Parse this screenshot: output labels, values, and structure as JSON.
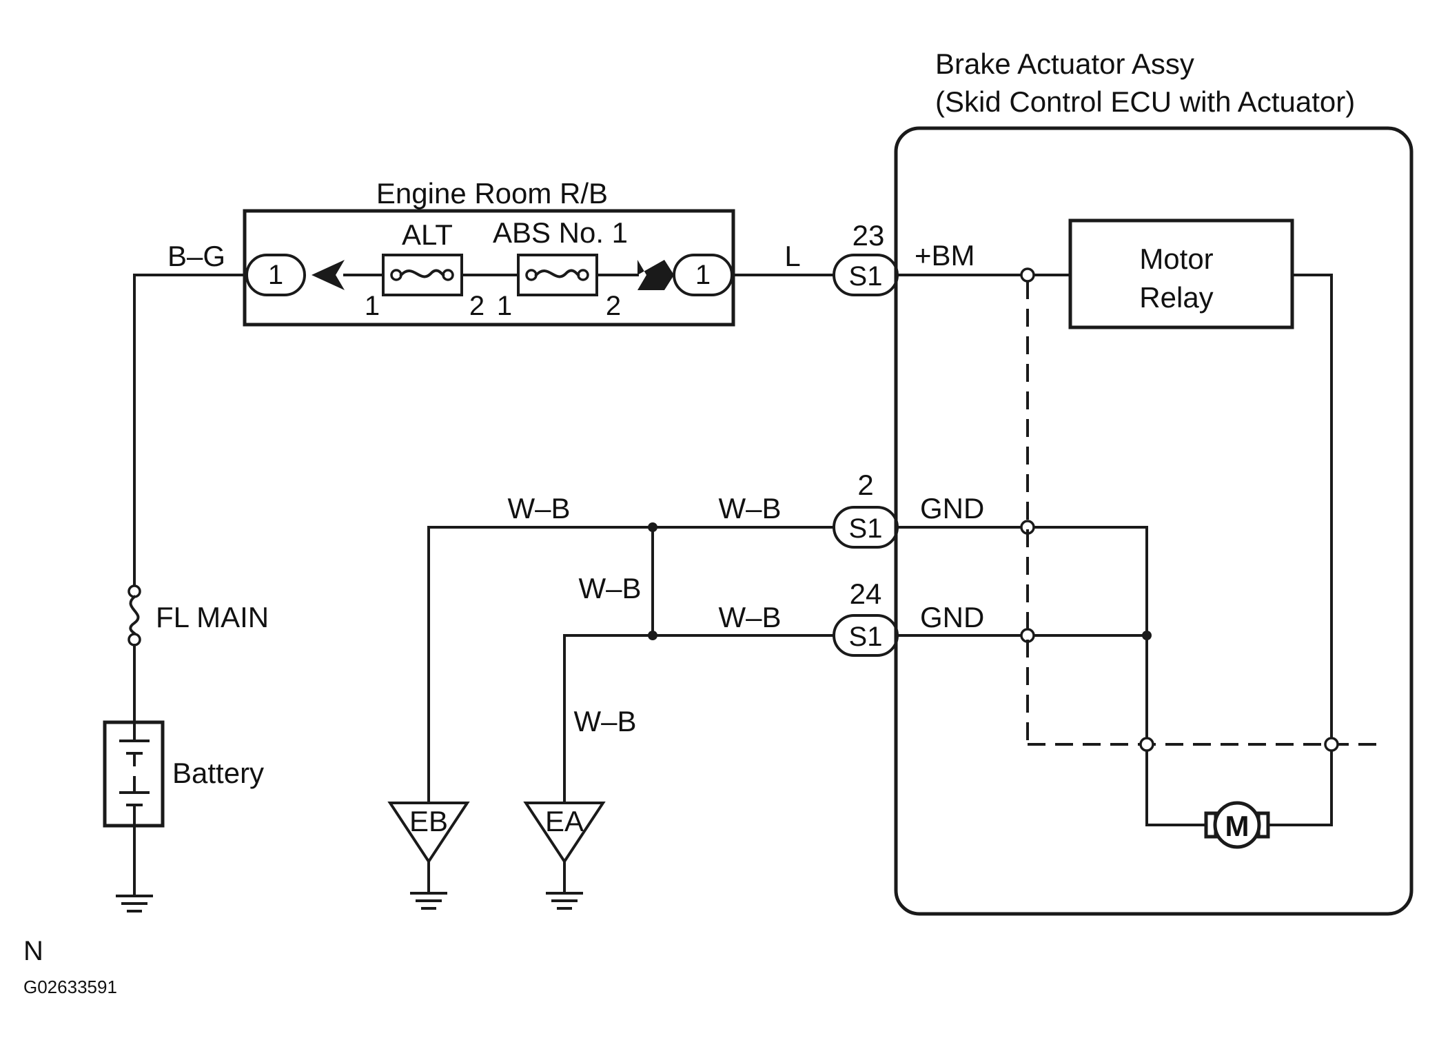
{
  "components": {
    "brake_actuator_title": "Brake Actuator Assy",
    "brake_actuator_subtitle": "(Skid Control ECU with Actuator)",
    "engine_room_rb": "Engine Room R/B",
    "fuse_alt": "ALT",
    "fuse_abs": "ABS No. 1",
    "motor_relay_line1": "Motor",
    "motor_relay_line2": "Relay",
    "motor_symbol": "M",
    "fl_main": "FL MAIN",
    "battery": "Battery"
  },
  "connectors": {
    "rb_left_pin": "1",
    "rb_right_pin": "1",
    "alt_pin_in": "1",
    "alt_pin_out": "2",
    "abs_pin_in": "1",
    "abs_pin_out": "2",
    "s1_bm_pin": "23",
    "s1_bm_label": "S1",
    "s1_gnd1_pin": "2",
    "s1_gnd1_label": "S1",
    "s1_gnd2_pin": "24",
    "s1_gnd2_label": "S1"
  },
  "signals": {
    "bm": "+BM",
    "gnd1": "GND",
    "gnd2": "GND"
  },
  "wires": {
    "battery_feed": "B–G",
    "ecu_feed": "L",
    "wb_left_top": "W–B",
    "wb_mid_top": "W–B",
    "wb_vertical": "W–B",
    "wb_mid_bottom": "W–B",
    "wb_ea_drop": "W–B"
  },
  "grounds": {
    "eb": "EB",
    "ea": "EA"
  },
  "footer": {
    "letter": "N",
    "code": "G02633591"
  }
}
